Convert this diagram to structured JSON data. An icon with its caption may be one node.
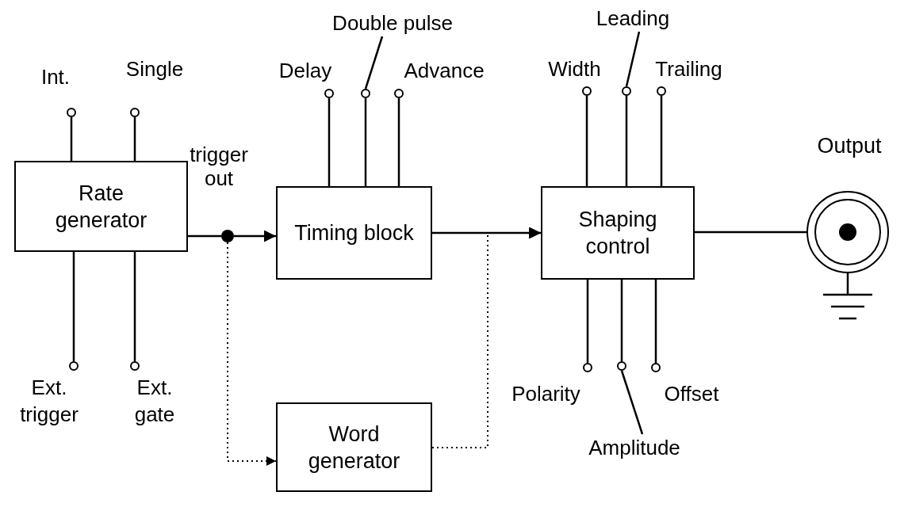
{
  "diagram": {
    "nodes": [
      {
        "text": [
          "Rate generator"
        ]
      },
      {
        "text": [
          "Timing block"
        ]
      },
      {
        "text": [
          "Shaping control"
        ]
      },
      {
        "text": [
          "Word generator"
        ]
      },
      {
        "text": [
          "Output"
        ]
      },
      {
        "text": [],
        "shape": "circle"
      },
      {
        "text": [],
        "shape": "circle",
        "beside": [
          "Int."
        ]
      },
      {
        "text": [],
        "shape": "circle",
        "beside": [
          "Single"
        ]
      },
      {
        "text": [],
        "shape": "circle",
        "beside": [
          "Ext. trigger"
        ]
      },
      {
        "text": [],
        "shape": "circle",
        "beside": [
          "Ext. gate"
        ]
      },
      {
        "text": [],
        "shape": "circle",
        "beside": [
          "Delay"
        ]
      },
      {
        "text": [],
        "shape": "circle"
      },
      {
        "text": [],
        "shape": "circle",
        "beside": [
          "Advance"
        ]
      },
      {
        "text": [],
        "shape": "circle",
        "beside": [
          "Width"
        ]
      },
      {
        "text": [],
        "shape": "circle"
      },
      {
        "text": [],
        "shape": "circle",
        "beside": [
          "Trailing"
        ]
      },
      {
        "text": [],
        "shape": "circle",
        "beside": [
          "Polarity"
        ]
      },
      {
        "text": [],
        "shape": "circle"
      },
      {
        "text": [],
        "shape": "circle",
        "beside": [
          "Offset"
        ]
      },
      {
        "text": [
          "Double pulse"
        ]
      },
      {
        "text": [
          "Leading"
        ]
      },
      {
        "text": [
          "Amplitude"
        ]
      }
    ],
    "edges": [
      {
        "from": 6,
        "to": 0,
        "arrow": "none"
      },
      {
        "from": 7,
        "to": 0,
        "arrow": "none"
      },
      {
        "from": 0,
        "to": 8,
        "arrow": "none"
      },
      {
        "from": 0,
        "to": 9,
        "arrow": "none"
      },
      {
        "from": 10,
        "to": 1,
        "arrow": "none"
      },
      {
        "from": 11,
        "to": 1,
        "arrow": "none"
      },
      {
        "from": 12,
        "to": 1,
        "arrow": "none"
      },
      {
        "from": 13,
        "to": 2,
        "arrow": "none"
      },
      {
        "from": 14,
        "to": 2,
        "arrow": "none"
      },
      {
        "from": 15,
        "to": 2,
        "arrow": "none"
      },
      {
        "from": 2,
        "to": 16,
        "arrow": "none"
      },
      {
        "from": 2,
        "to": 17,
        "arrow": "none"
      },
      {
        "from": 2,
        "to": 18,
        "arrow": "none"
      },
      {
        "from": 0,
        "to": 5,
        "arrow": "none"
      },
      {
        "from": 5,
        "to": 1,
        "arrow": "to"
      },
      {
        "from": 5,
        "to": 3,
        "arrow": "to",
        "style": "dashed"
      },
      {
        "from": 1,
        "to": 2,
        "arrow": "to"
      },
      {
        "from": 3,
        "to": 2,
        "arrow": "to",
        "style": "dashed"
      },
      {
        "from": 2,
        "to": 4,
        "arrow": "none"
      },
      {
        "from": 19,
        "to": 11,
        "arrow": "none"
      },
      {
        "from": 20,
        "to": 14,
        "arrow": "none"
      },
      {
        "from": 21,
        "to": 17,
        "arrow": "none"
      }
    ],
    "labels": [
      "trigger out"
    ]
  }
}
